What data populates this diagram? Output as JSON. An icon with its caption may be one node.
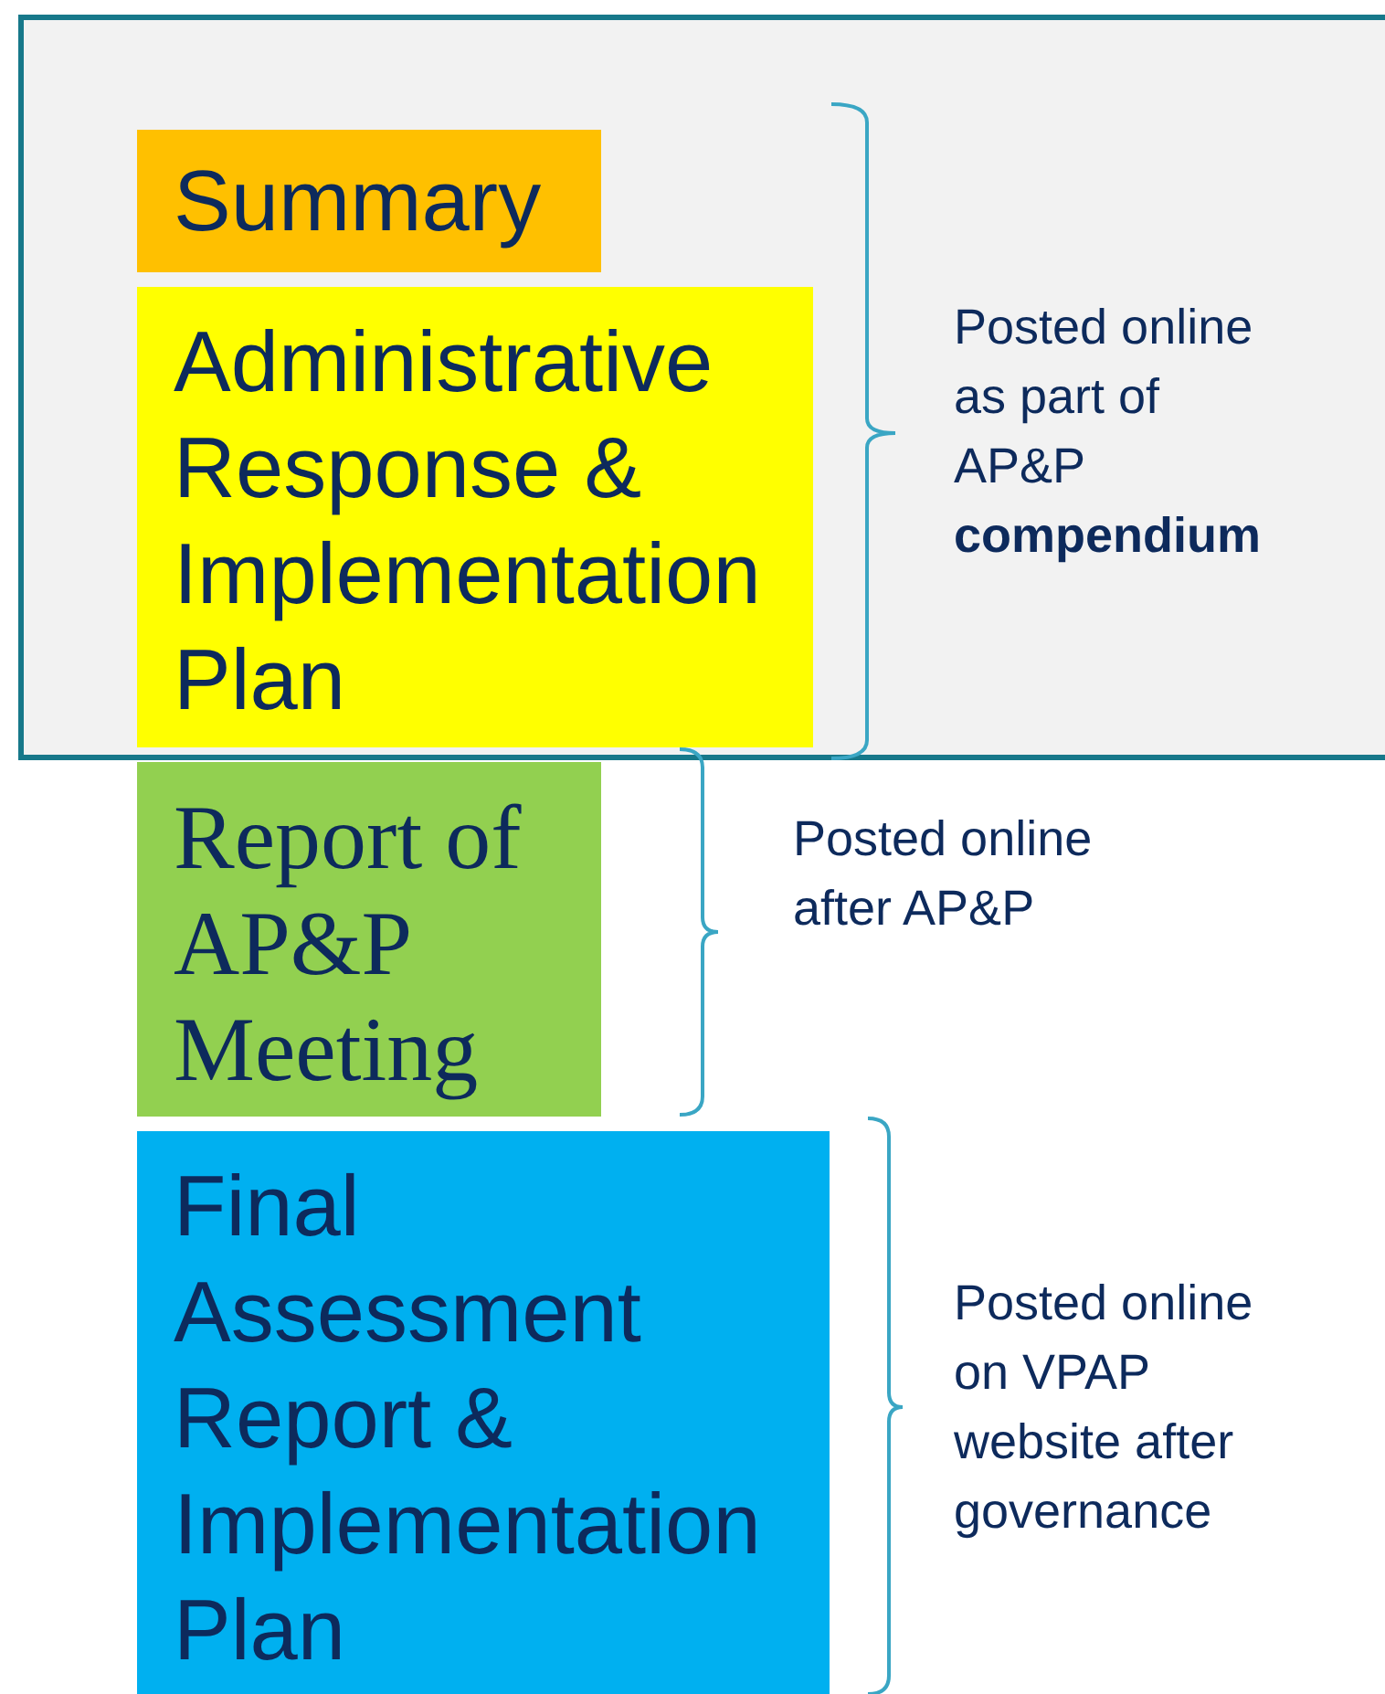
{
  "diagram": {
    "nodes": [
      {
        "text": [],
        "shape": "box"
      },
      {
        "text": [
          "Summary"
        ],
        "in": 0
      },
      {
        "text": [
          "Administrative Response & Implementation Plan"
        ],
        "in": 0
      },
      {
        "text": [
          "Report of AP&P Meeting"
        ]
      },
      {
        "text": [
          "Final Assessment Report & Implementation Plan"
        ]
      }
    ],
    "labels": [
      "Posted online as part of AP&P **compendium**",
      "Posted online after AP&P",
      "Posted online on VPAP website after governance"
    ]
  }
}
